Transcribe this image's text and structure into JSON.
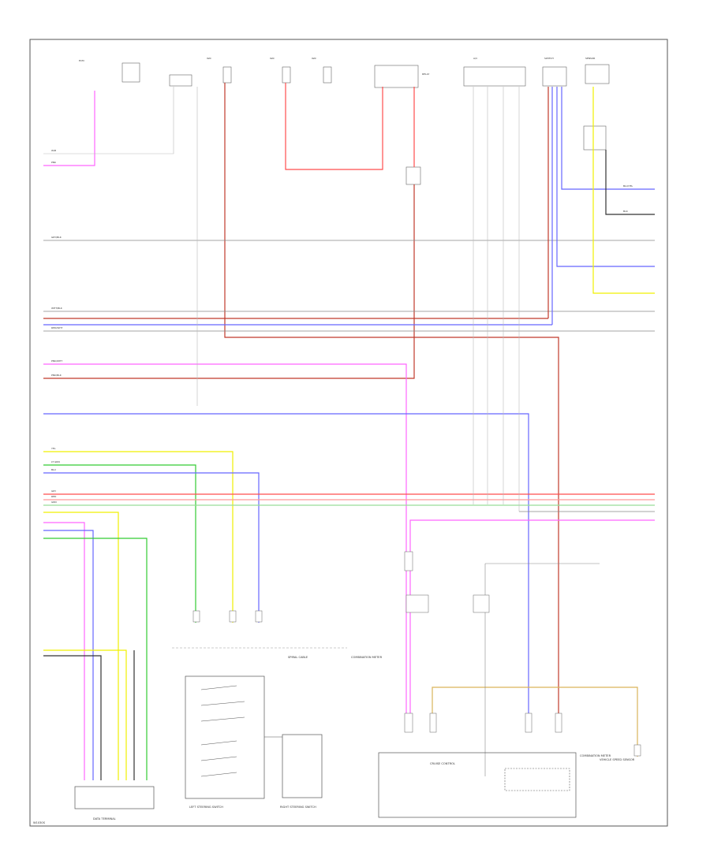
{
  "colors": {
    "pink": "#ff66ff",
    "red": "#ff4d4d",
    "darkred": "#c0392b",
    "blue": "#6666ff",
    "green": "#33cc33",
    "yellow": "#f0f000",
    "gray": "#999999",
    "black": "#222222",
    "tan": "#d9b35b"
  },
  "connectors": {
    "top_a": "ECM",
    "top_b": "IGN",
    "top_c": "IGN",
    "top_d": "IGN",
    "top_e": "RELAY",
    "top_f": "A/C",
    "top_g": "SWITCH",
    "top_h": "SENSOR"
  },
  "components": {
    "combo_meter": "COMBINATION METER",
    "cable_assy": "SPIRAL CABLE",
    "left_switch": "LEFT STEERING SWITCH",
    "right_switch": "RIGHT STEERING SWITCH",
    "left_bottom": "DATA TERMINAL",
    "cruise_label": "CRUISE CONTROL",
    "vehicle_speed": "VEHICLE SPEED SENSOR"
  },
  "wires": {
    "w1": "W/B",
    "w2": "PNK",
    "w3": "GRY/BLK",
    "w4": "WHT/BLK",
    "w5": "RED/WHT",
    "w6": "PNK/WHT",
    "w7": "PNK/BLK",
    "w8": "LT GRN",
    "w9": "BLU",
    "w10": "YEL",
    "w11": "GRY",
    "w12": "RED",
    "w13": "GRN",
    "w14": "BLU/YEL",
    "w15": "BLK"
  },
  "footer": {
    "code": "W1030S"
  }
}
